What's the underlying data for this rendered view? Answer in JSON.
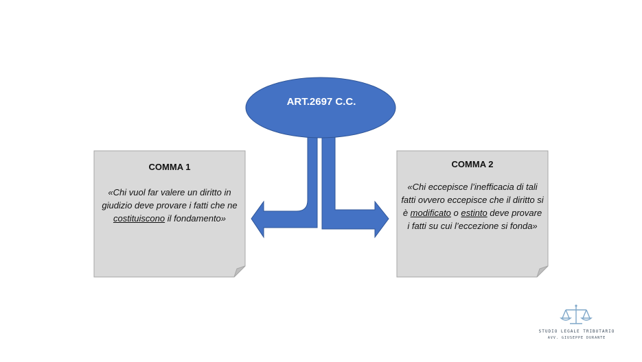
{
  "colors": {
    "accent": "#4472C4",
    "note_fill": "#D9D9D9",
    "note_border": "#A6A6A6",
    "logo": "#7FA7C9"
  },
  "center": {
    "label": "ART.2697 C.C."
  },
  "left_note": {
    "title": "COMMA 1",
    "body_1": "«Chi vuol far valere un diritto in giudizio deve provare i fatti che ne ",
    "body_ul_1": "costituiscono",
    "body_2": " il fondamento»"
  },
  "right_note": {
    "title": "COMMA 2",
    "body_1": "«Chi eccepisce l’inefficacia di tali fatti ovvero eccepisce che il diritto si è ",
    "body_ul_1": "modificato",
    "body_2": " o ",
    "body_ul_2": "estinto",
    "body_3": " deve provare i fatti su cui l’eccezione si fonda»"
  },
  "logo": {
    "icon": "scales-of-justice-icon",
    "line_1": "STUDIO LEGALE TRIBUTARIO",
    "line_2": "AVV. GIUSEPPE DURANTE"
  }
}
